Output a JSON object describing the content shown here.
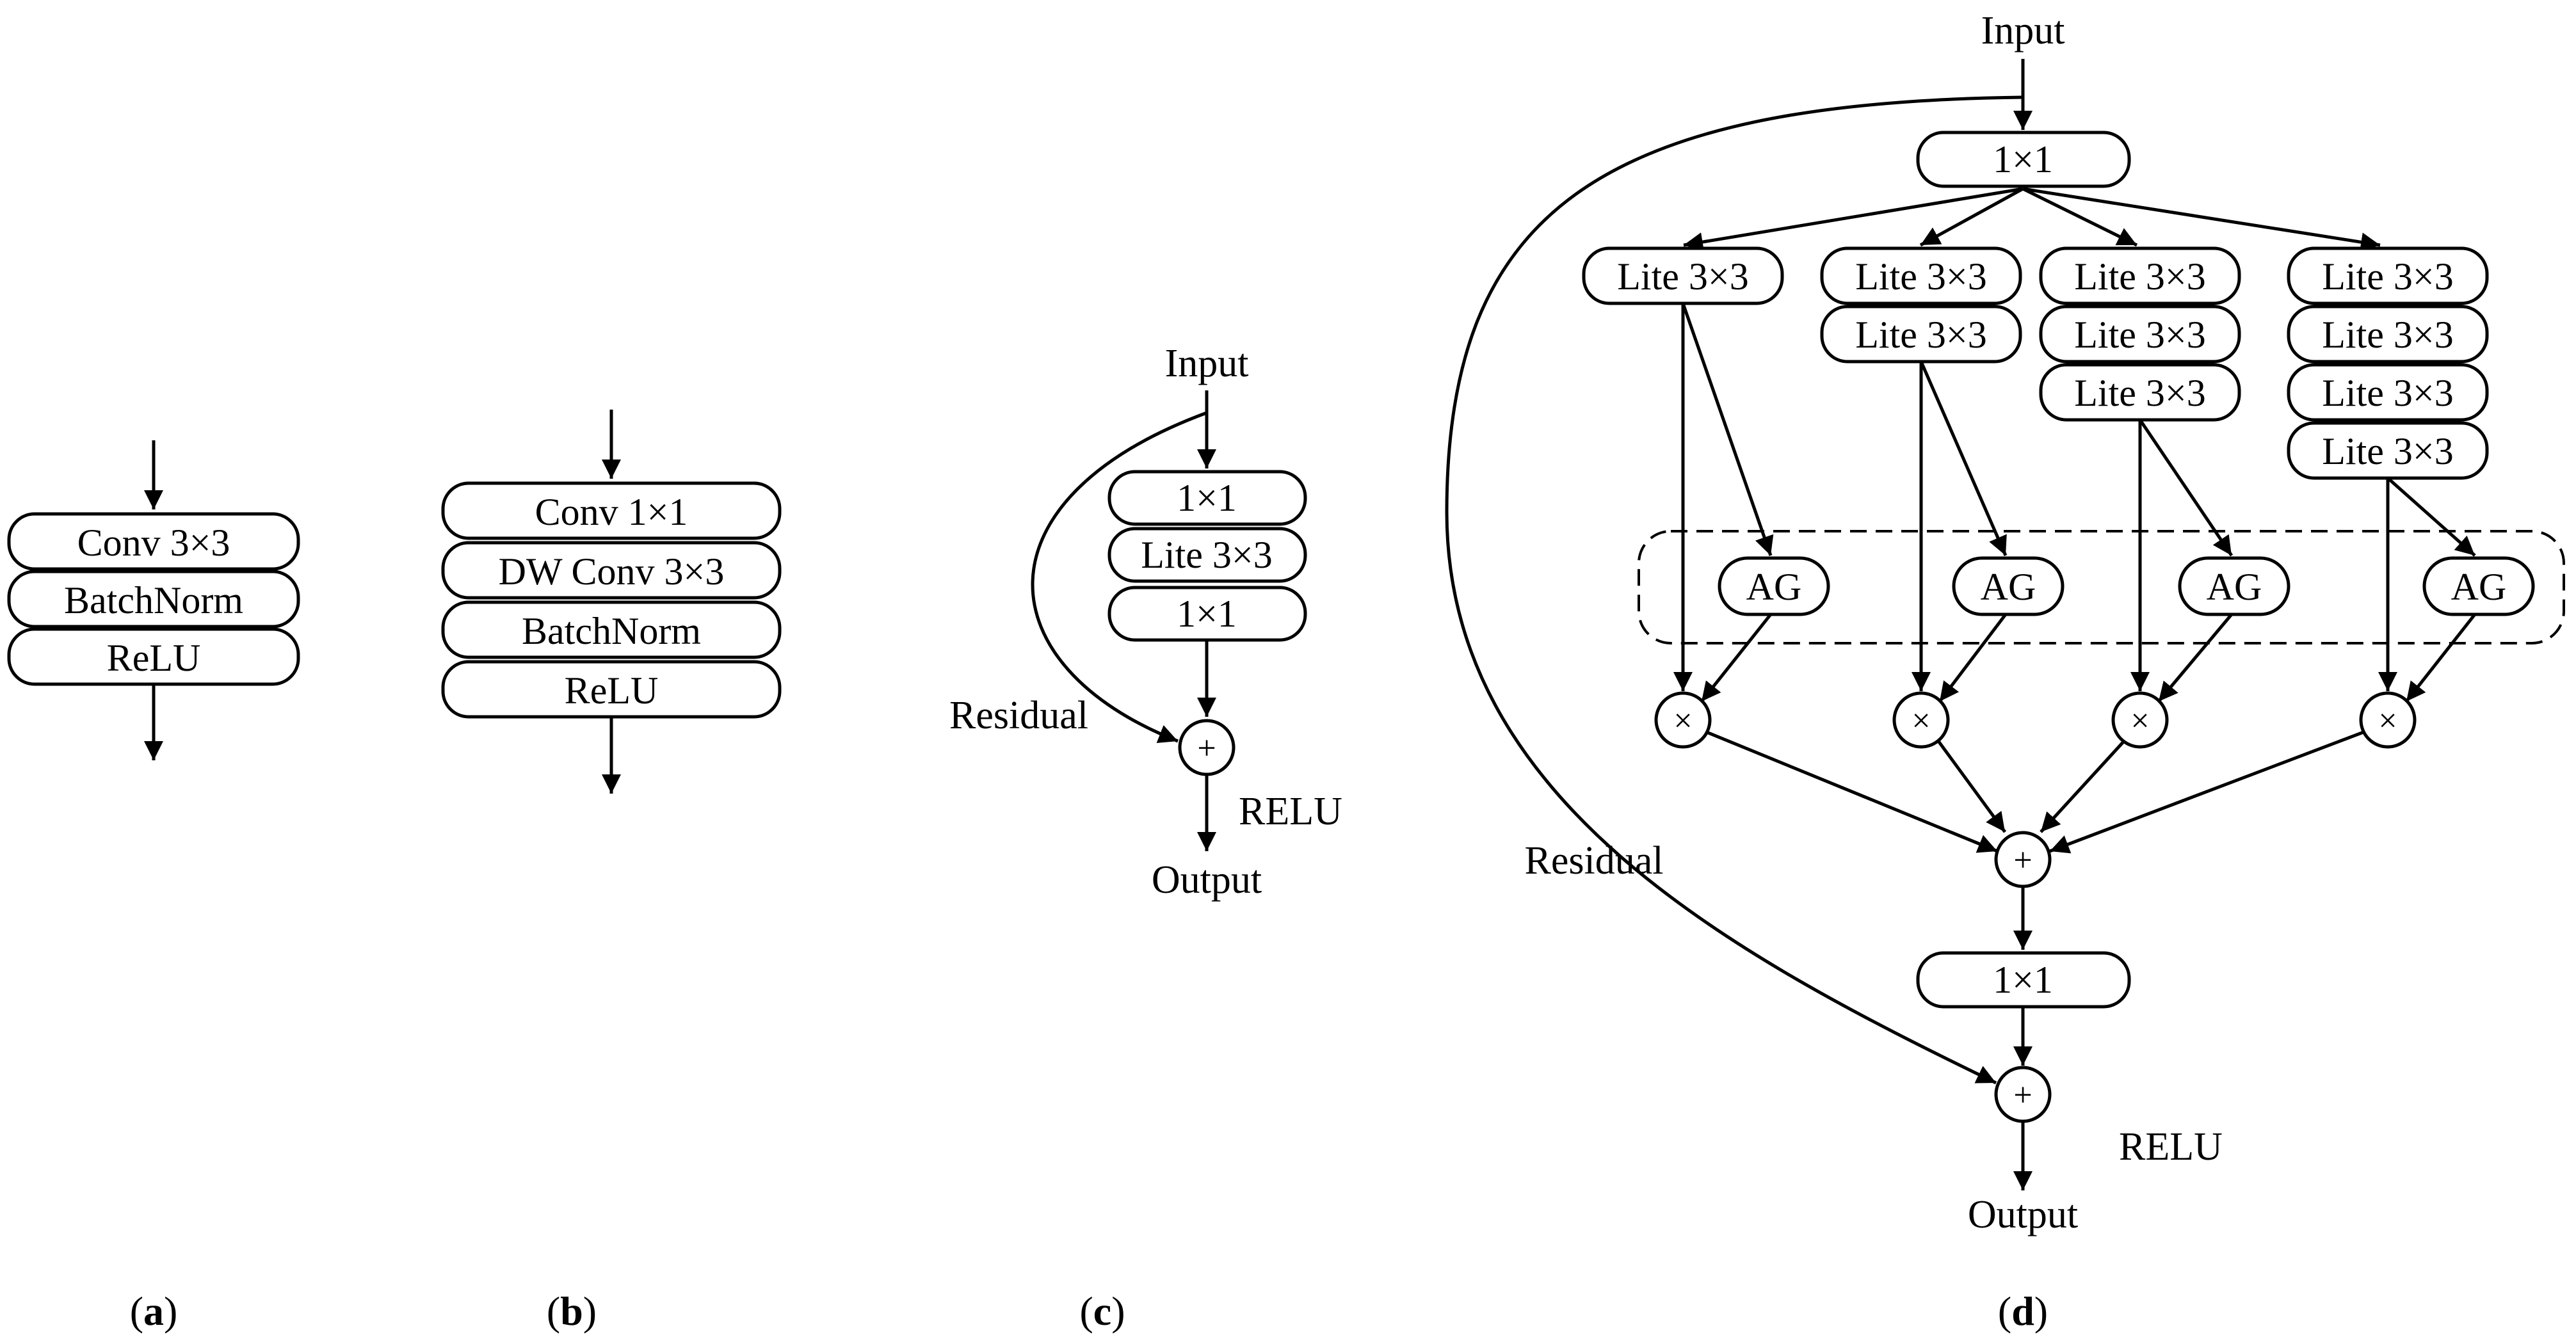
{
  "a": {
    "tag": "a",
    "blocks": [
      "Conv 3×3",
      "BatchNorm",
      "ReLU"
    ]
  },
  "b": {
    "tag": "b",
    "blocks": [
      "Conv 1×1",
      "DW Conv 3×3",
      "BatchNorm",
      "ReLU"
    ]
  },
  "c": {
    "tag": "c",
    "input": "Input",
    "blocks": [
      "1×1",
      "Lite 3×3",
      "1×1"
    ],
    "residual": "Residual",
    "add": "+",
    "relu": "RELU",
    "output": "Output"
  },
  "d": {
    "tag": "d",
    "input": "Input",
    "top_conv": "1×1",
    "lite": "Lite 3×3",
    "ag": "AG",
    "mul": "×",
    "add": "+",
    "bottom_conv": "1×1",
    "residual": "Residual",
    "relu": "RELU",
    "output": "Output"
  }
}
